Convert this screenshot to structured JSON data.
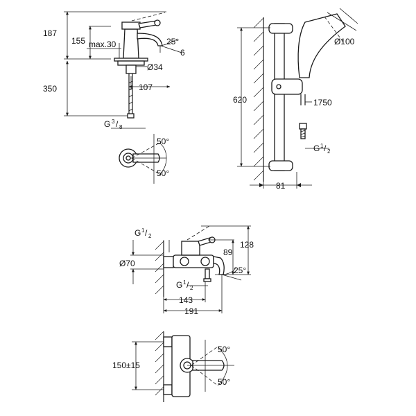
{
  "basin_mixer": {
    "dim_height_total": "187",
    "dim_height_spout": "155",
    "dim_max": "max.30",
    "dim_angle": "25°",
    "dim_cut": "6",
    "dim_hole": "Ø34",
    "dim_depth": "350",
    "dim_reach": "107",
    "thread_g": "G",
    "thread_num": "3",
    "thread_den": "8",
    "angle_top": "50°",
    "angle_bottom": "50°"
  },
  "shower_rail": {
    "dim_height": "620",
    "dim_head": "Ø100",
    "dim_hose": "1750",
    "thread_g": "G",
    "thread_num": "1",
    "thread_den": "2",
    "dim_depth": "81"
  },
  "bath_mixer": {
    "thread_top_g": "G",
    "thread_top_num": "1",
    "thread_top_den": "2",
    "dim_diameter": "Ø70",
    "dim_89": "89",
    "dim_128": "128",
    "dim_angle": "25°",
    "thread_bottom_g": "G",
    "thread_bottom_num": "1",
    "thread_bottom_den": "2",
    "dim_143": "143",
    "dim_191": "191",
    "dim_centers": "150±15",
    "angle_top": "50°",
    "angle_bottom": "50°"
  }
}
